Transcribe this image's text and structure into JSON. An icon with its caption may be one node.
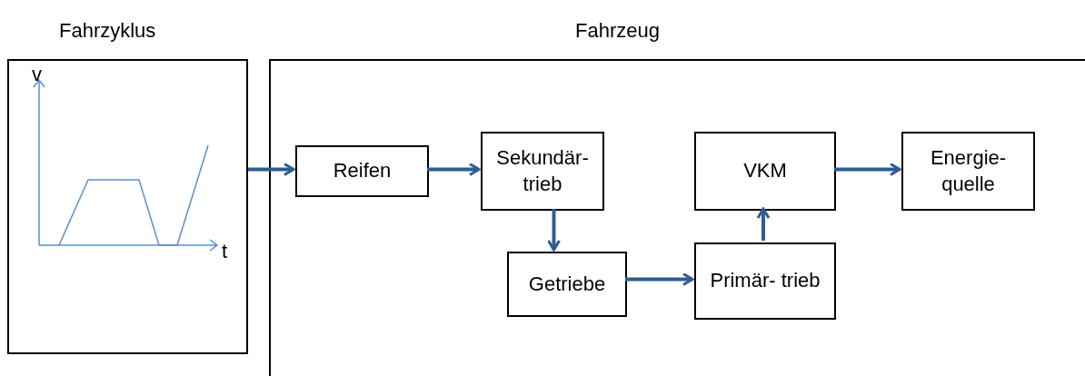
{
  "diagram": {
    "nodes": [
      {
        "text": [
          "Fahrzyklus"
        ]
      },
      {
        "text": [
          "Fahrzeug"
        ]
      },
      {
        "text": [
          "Reifen"
        ],
        "in": 1
      },
      {
        "text": [
          "Sekundär- trieb"
        ],
        "in": 1
      },
      {
        "text": [
          "Getriebe"
        ],
        "in": 1
      },
      {
        "text": [
          "VKM"
        ],
        "in": 1
      },
      {
        "text": [
          "Primär- trieb"
        ],
        "in": 1
      },
      {
        "text": [
          "Energie- quelle"
        ],
        "in": 1
      }
    ],
    "edges": [
      {
        "from": 0,
        "to": 2,
        "arrow": "to"
      },
      {
        "from": 2,
        "to": 3,
        "arrow": "to"
      },
      {
        "from": 3,
        "to": 4,
        "arrow": "to"
      },
      {
        "from": 4,
        "to": 6,
        "arrow": "to"
      },
      {
        "from": 6,
        "to": 5,
        "arrow": "to"
      },
      {
        "from": 5,
        "to": 7,
        "arrow": "to"
      }
    ],
    "labels": [
      "v",
      "t"
    ]
  }
}
